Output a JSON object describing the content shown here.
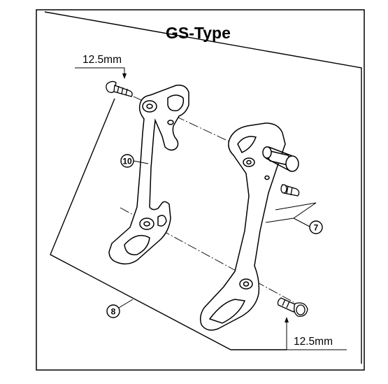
{
  "diagram": {
    "title": "GS-Type",
    "dimension_top": "12.5mm",
    "dimension_bottom": "12.5mm",
    "callouts": {
      "inner_plate": "10",
      "outer_plate": "7",
      "plate_assembly": "8"
    },
    "line_color": "#000000",
    "background": "#ffffff"
  }
}
